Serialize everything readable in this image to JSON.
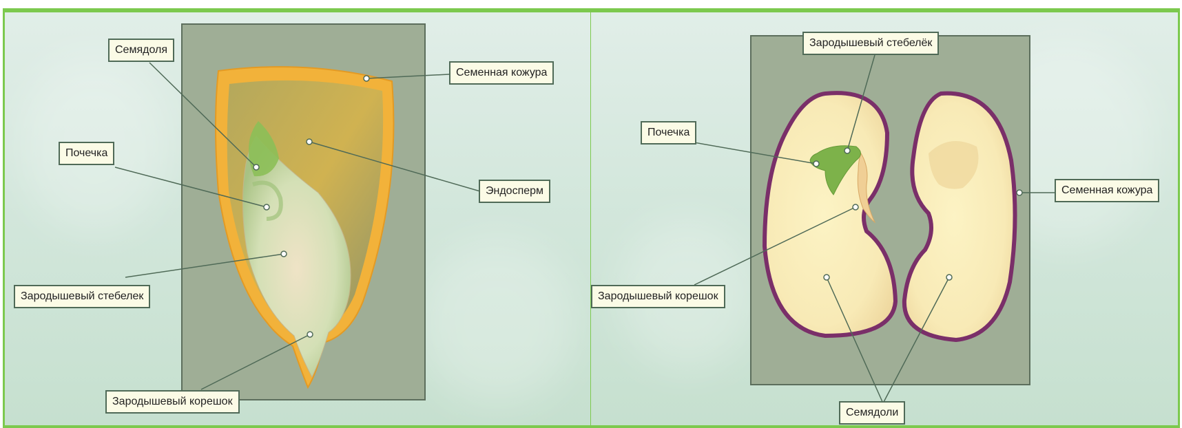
{
  "maize_seed": {
    "cotyledon": "Семядоля",
    "seed_coat": "Семенная кожура",
    "bud": "Почечка",
    "endosperm": "Эндосперм",
    "embryonic_stem": "Зародышевый стебелек",
    "embryonic_root": "Зародышевый корешок"
  },
  "bean_seed": {
    "embryonic_stem": "Зародышевый стебелёк",
    "bud": "Почечка",
    "seed_coat": "Семенная кожура",
    "embryonic_root": "Зародышевый корешок",
    "cotyledons": "Семядоли"
  },
  "colors": {
    "frame_green": "#7cc94e",
    "box_fill": "#9fae96",
    "maize_coat": "#f2b23a",
    "endosperm": "#c6b25a",
    "embryo": "#c8dcae",
    "bean_coat": "#7a2f69",
    "bean_fill": "#f7ecb9",
    "label_bg": "#fbfbe6",
    "leader": "#4f6a57"
  }
}
